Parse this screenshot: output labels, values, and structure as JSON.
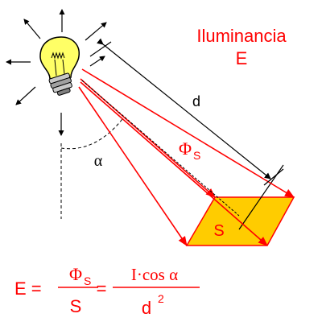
{
  "title": {
    "line1": "Iluminancia",
    "line2": "E"
  },
  "labels": {
    "distance": "d",
    "angle": "α",
    "flux_symbol": "Φ",
    "flux_subscript": "S",
    "surface": "S"
  },
  "formula": {
    "lhs": "E =",
    "frac1_num_symbol": "Φ",
    "frac1_num_subscript": "S",
    "frac1_den": "S",
    "equals": "=",
    "frac2_num": "I·cos  α",
    "frac2_den": "d",
    "frac2_den_exp": "2"
  },
  "colors": {
    "accent": "#ff0000",
    "surface_fill": "#ffcc00",
    "bulb_glass": "#ffff66",
    "bulb_base": "#a0a0a0",
    "lines": "#000000"
  }
}
